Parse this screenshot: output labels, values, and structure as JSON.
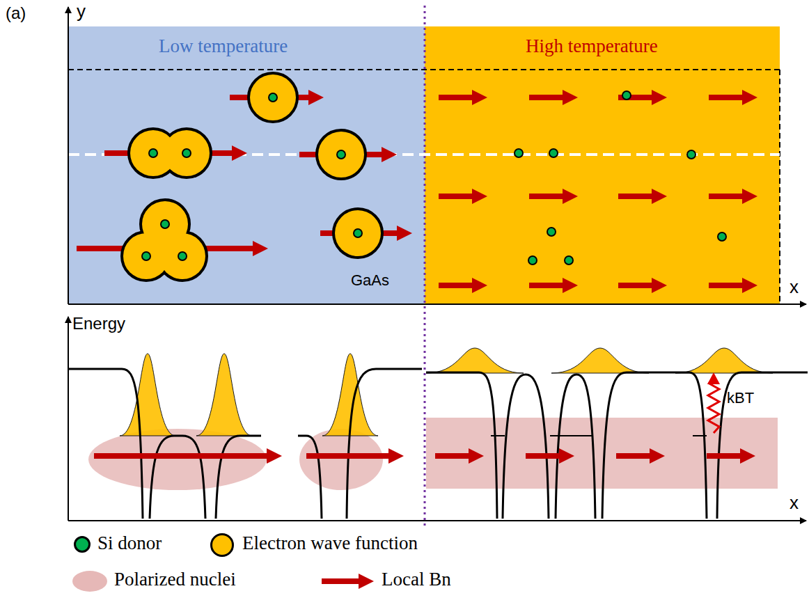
{
  "diagram": {
    "nodes": [
      {
        "text": [
          "Low temperature",
          "GaAs"
        ]
      },
      {
        "text": [
          "High temperature"
        ]
      }
    ],
    "labels": [
      "(a)",
      "y",
      "x",
      "Energy",
      "x",
      "kBT"
    ],
    "legend": [
      {
        "text": "Si donor",
        "color": "#00b050"
      },
      {
        "text": "Electron wave function",
        "color": "#ffc000"
      },
      {
        "text": "Polarized nuclei",
        "color": "#e6b8b7"
      },
      {
        "text": "Local Bn"
      }
    ]
  }
}
